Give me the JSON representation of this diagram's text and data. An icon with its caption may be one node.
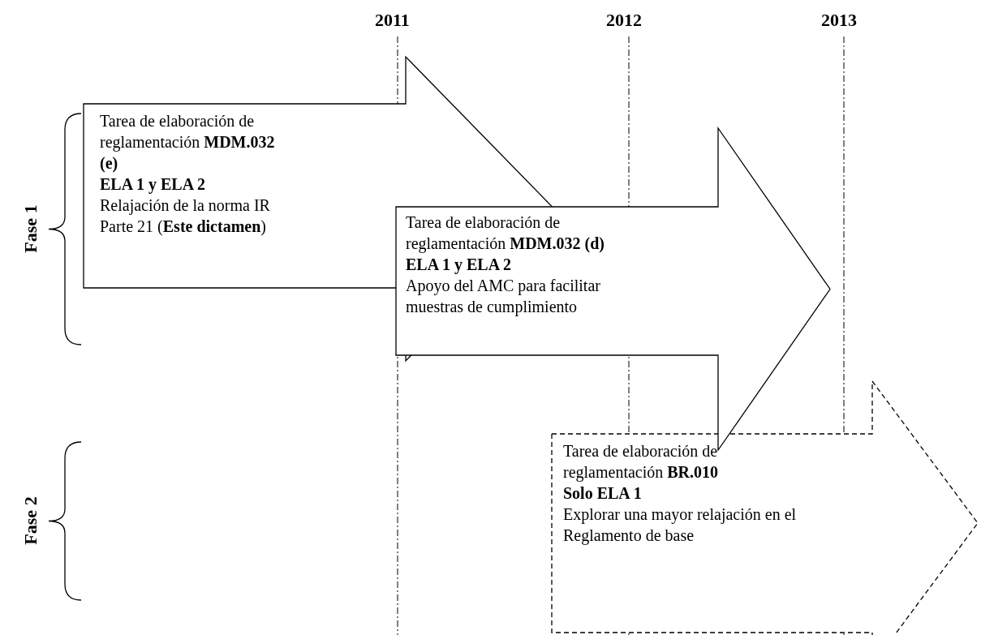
{
  "diagram": {
    "nodes": [
      {
        "text": [
          "Tarea de elaboración de reglamentación **MDM.032 (e)**",
          "ELA 1 y ELA 2",
          "Relajación de la norma IR Parte 21 (**Este dictamen**)"
        ]
      },
      {
        "text": [
          "Tarea de elaboración de reglamentación **MDM.032 (d)**",
          "ELA 1 y ELA 2",
          "Apoyo del AMC para facilitar muestras de cumplimiento"
        ]
      },
      {
        "text": [
          "Tarea de elaboración de reglamentación **BR.010**",
          "Solo ELA 1",
          "Explorar una mayor relajación en el Reglamento de base"
        ]
      }
    ],
    "labels": [
      "2011",
      "2012",
      "2013",
      "Fase 1",
      "Fase 2"
    ]
  }
}
